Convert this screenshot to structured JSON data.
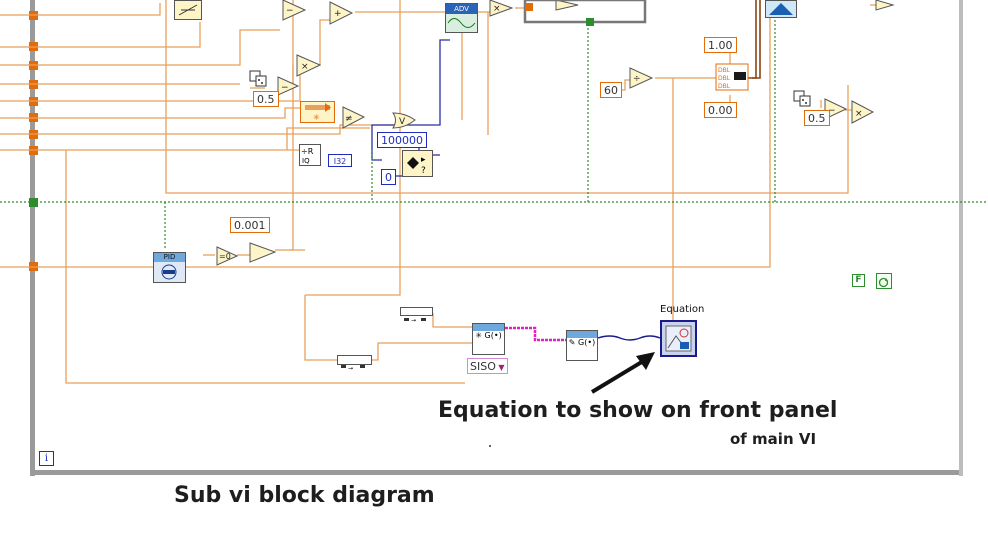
{
  "constants": {
    "c_0_5_left": "0.5",
    "c_0_5_right": "0.5",
    "c_100000": "100000",
    "c_0": "0",
    "c_0_001": "0.001",
    "c_60": "60",
    "c_1_00": "1.00",
    "c_0_00": "0.00"
  },
  "nodes": {
    "adv_label": "ADV",
    "pid_label": "PID",
    "siso_label": "SISO",
    "i32_label": "I32",
    "equation_label": "Equation"
  },
  "annotations": {
    "arrow_note_line1": "Equation to show on front panel",
    "arrow_note_line2": "of main VI",
    "caption": "Sub vi block diagram"
  },
  "colors": {
    "orange_wire": "#e8a05a",
    "orange_terminal": "#e36c0a",
    "blue_wire": "#2b2fa8",
    "green_wire": "#2e8b2e",
    "pink_wire": "#e020c0",
    "loop_border": "#8a8a8a"
  }
}
